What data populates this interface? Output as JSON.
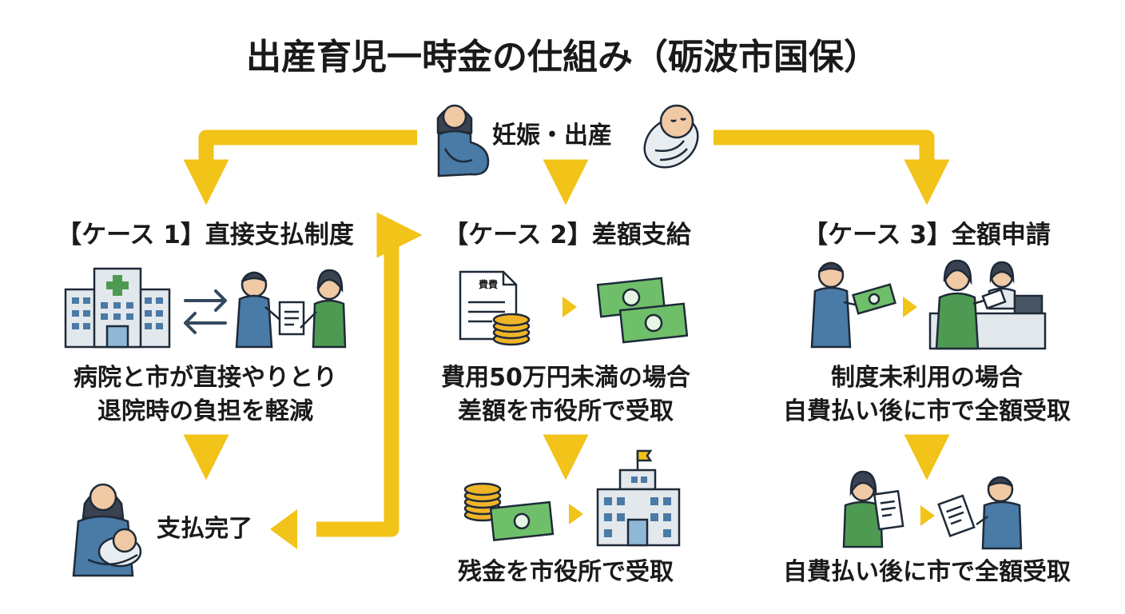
{
  "title": "出産育児一時金の仕組み（砺波市国保）",
  "start": {
    "label": "妊娠・出産"
  },
  "case1": {
    "heading": "【ケース 1】直接支払制度",
    "desc_line1": "病院と市が直接やりとり",
    "desc_line2": "退院時の負担を軽減",
    "result": "支払完了"
  },
  "case2": {
    "heading": "【ケース 2】差額支給",
    "doc_label": "費費",
    "desc_line1": "費用50万円未満の場合",
    "desc_line2": "差額を市役所で受取",
    "result": "残金を市役所で受取"
  },
  "case3": {
    "heading": "【ケース 3】全額申請",
    "desc_line1": "制度未利用の場合",
    "desc_line2": "自費払い後に市で全額受取",
    "result": "自費払い後に市で全額受取"
  },
  "colors": {
    "arrow": "#f2c318",
    "skin": "#f0c9a5",
    "hair": "#3a4251",
    "blue": "#4a7aa6",
    "green": "#4f9a52",
    "building": "#e3e8ec",
    "money": "#6fbf6a"
  },
  "icons": [
    "pregnant-woman-icon",
    "baby-icon",
    "hospital-icon",
    "exchange-arrows-icon",
    "handover-icon",
    "mother-baby-icon",
    "invoice-coins-icon",
    "banknotes-icon",
    "money-hand-icon",
    "reception-desk-icon",
    "coins-cash-icon",
    "city-hall-icon",
    "woman-document-icon",
    "man-document-icon"
  ]
}
